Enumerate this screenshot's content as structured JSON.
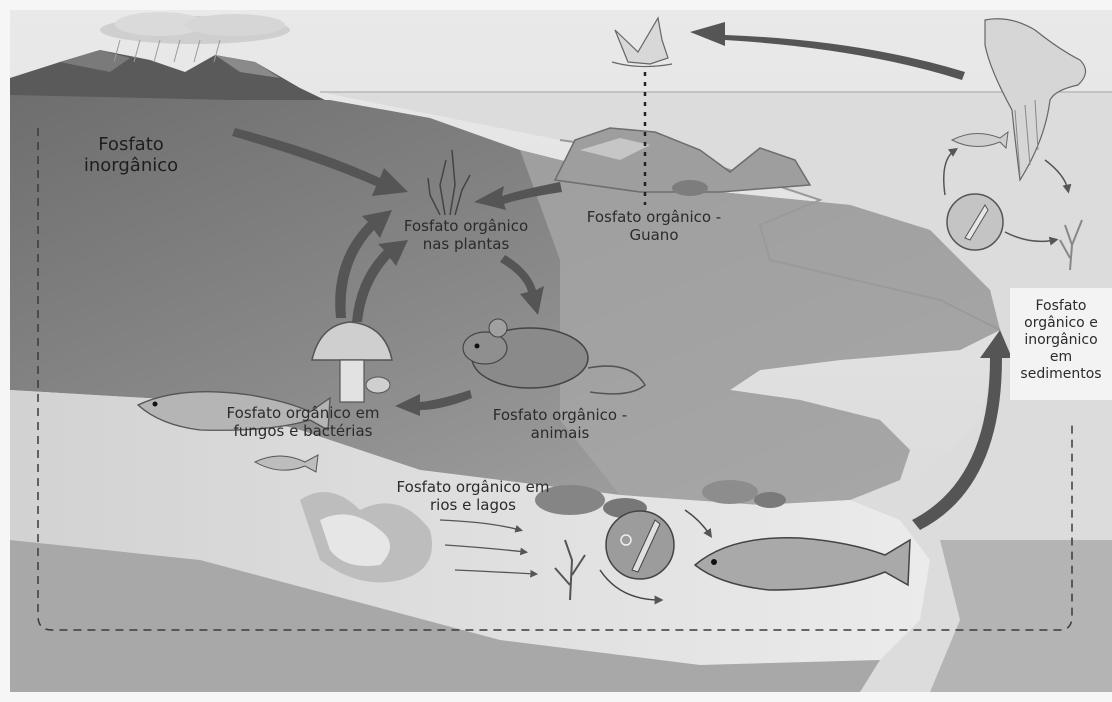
{
  "labels": {
    "inorganic": [
      "Fosfato",
      "inorgânico"
    ],
    "plants": [
      "Fosfato orgânico",
      "nas plantas"
    ],
    "guano": [
      "Fosfato orgânico -",
      "Guano"
    ],
    "animals": [
      "Fosfato orgânico -",
      "animais"
    ],
    "fungi": [
      "Fosfato orgânico em",
      "fungos e bactérias"
    ],
    "rivers": [
      "Fosfato orgânico em",
      "rios e lagos"
    ],
    "sediments": [
      "Fosfato",
      "orgânico e",
      "inorgânico",
      "em",
      "sedimentos"
    ]
  }
}
